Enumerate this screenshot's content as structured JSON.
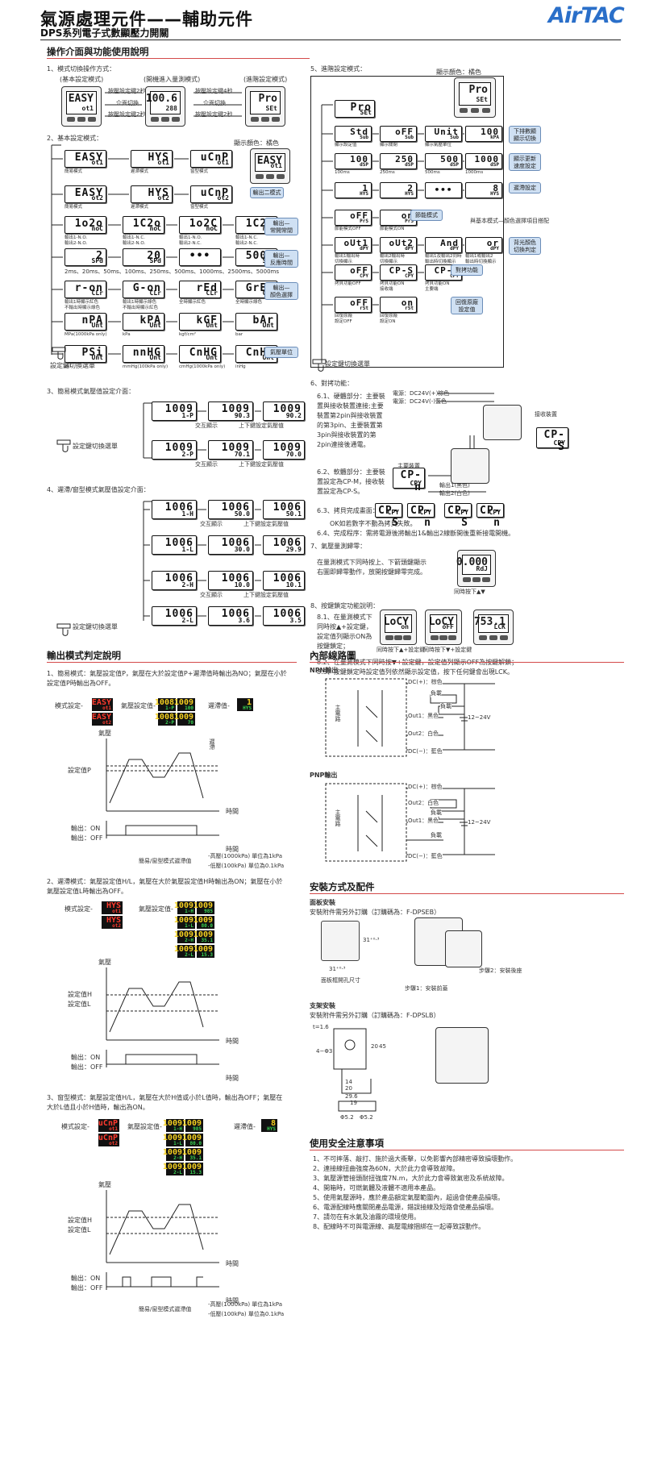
{
  "header": {
    "title": "氣源處理元件——輔助元件",
    "subtitle": "DPS系列電子式數顯壓力開關",
    "logo": "AirTAC"
  },
  "sections": {
    "operation": "操作介面與功能使用說明",
    "output_judgement": "輸出模式判定說明",
    "internal_circuit": "內部線路圖",
    "installation": "安裝方式及配件",
    "safety": "使用安全注意事項"
  },
  "mode_switch": {
    "heading": "1、模式切換操作方式：",
    "labels": [
      "(基本設定模式)",
      "(開機進入量測模式)",
      "(進階設定模式)"
    ],
    "arrows_left": [
      "按壓設定鍵2秒",
      "介面切換",
      "按壓設定鍵2秒"
    ],
    "arrows_right": [
      "按壓設定鍵4秒",
      "介面切換",
      "按壓設定鍵2秒"
    ],
    "screens": [
      {
        "a": "EASY",
        "b": "ot1"
      },
      {
        "a": "100.6",
        "b": "288"
      },
      {
        "a": "Pro",
        "b": "SEt"
      }
    ]
  },
  "basic": {
    "heading": "2、基本設定模式：",
    "display_color": "顯示顏色：橘色",
    "rows": [
      {
        "cells": [
          {
            "a": "EASY",
            "b": "ot1"
          },
          {
            "a": "HYS",
            "b": "ot1"
          },
          {
            "a": "uCnP",
            "b": "ot1"
          }
        ],
        "caps": [
          "簡易模式",
          "遲滯模式",
          "窗型模式"
        ],
        "side": "輸出一模式"
      },
      {
        "cells": [
          {
            "a": "EASY",
            "b": "ot2"
          },
          {
            "a": "HYS",
            "b": "ot2"
          },
          {
            "a": "uCnP",
            "b": "ot2"
          }
        ],
        "caps": [
          "簡易模式",
          "遲滯模式",
          "窗型模式"
        ],
        "side": "輸出二模式"
      },
      {
        "cells": [
          {
            "a": "1o2o",
            "b": "noC"
          },
          {
            "a": "1C2o",
            "b": "noC"
          },
          {
            "a": "1o2C",
            "b": "noC"
          },
          {
            "a": "1C2C",
            "b": "noC"
          }
        ],
        "caps": [
          "輸出1-N.O.\n輸出2-N.O.",
          "輸出1-N.C.\n輸出2-N.O.",
          "輸出1-N.O.\n輸出2-N.C.",
          "輸出1-N.C.\n輸出2-N.C."
        ],
        "side": "輸出—\n常開常閉"
      },
      {
        "cells": [
          {
            "a": "2",
            "b": "SPd"
          },
          {
            "a": "20",
            "b": "SPd"
          },
          {
            "a": "•••",
            "b": ""
          },
          {
            "a": "5000",
            "b": "SPd"
          }
        ],
        "caps": [
          "2ms、20ms、50ms、100ms、250ms、500ms、1000ms、2500ms、5000ms"
        ],
        "side": "輸出—\n反應時間"
      },
      {
        "cells": [
          {
            "a": "r-on",
            "b": "CLr"
          },
          {
            "a": "G-on",
            "b": "CLr"
          },
          {
            "a": "rEd",
            "b": "CLr"
          },
          {
            "a": "GrEn",
            "b": "CLr"
          }
        ],
        "caps": [
          "輸出1時顯示紅色\n不輸出時顯示綠色",
          "輸出1時顯示綠色\n不輸出時顯示紅色",
          "全時顯示紅色",
          "全時顯示綠色"
        ],
        "side": "輸出—\n顏色選擇"
      },
      {
        "cells": [
          {
            "a": "nPA",
            "b": "Unt"
          },
          {
            "a": "kPA",
            "b": "Unt"
          },
          {
            "a": "kGF",
            "b": "Unt"
          },
          {
            "a": "bAr",
            "b": "Unt"
          }
        ],
        "caps": [
          "MPa(1000kPa only)",
          "kPa",
          "kgf/cm²",
          "bar"
        ],
        "side": ""
      },
      {
        "cells": [
          {
            "a": "PSi",
            "b": "Unt"
          },
          {
            "a": "nnHG",
            "b": "Unt"
          },
          {
            "a": "CnHG",
            "b": "Unt"
          },
          {
            "a": "CnHG",
            "b": "Unt"
          }
        ],
        "caps": [
          "psi",
          "mmHg(100kPa only)",
          "cmHg(1000kPa only)",
          "inHg"
        ],
        "side": "氣壓單位"
      }
    ],
    "key_note": "設定鍵切換選單"
  },
  "simple_setting": {
    "heading": "3、簡易模式氣壓值設定介面：",
    "rows": [
      {
        "lead": {
          "a": "1009",
          "b": "1-P"
        },
        "mid": {
          "a": "1009",
          "b": "90.3"
        },
        "right": {
          "a": "1009",
          "b": "90.2"
        }
      },
      {
        "lead": {
          "a": "1009",
          "b": "2-P"
        },
        "mid": {
          "a": "1009",
          "b": "70.1"
        },
        "right": {
          "a": "1009",
          "b": "70.0"
        }
      }
    ],
    "notes": [
      "交互顯示",
      "上下鍵設定氣壓值"
    ],
    "key_note": "設定鍵切換選單"
  },
  "hys_setting": {
    "heading": "4、遲滯/窗型模式氣壓值設定介面：",
    "rows": [
      {
        "lead": {
          "a": "1006",
          "b": "1-H"
        },
        "mid": {
          "a": "1006",
          "b": "50.0"
        },
        "right": {
          "a": "1006",
          "b": "50.1"
        }
      },
      {
        "lead": {
          "a": "1006",
          "b": "1-L"
        },
        "mid": {
          "a": "1006",
          "b": "30.0"
        },
        "right": {
          "a": "1006",
          "b": "29.9"
        }
      },
      {
        "lead": {
          "a": "1006",
          "b": "2-H"
        },
        "mid": {
          "a": "1006",
          "b": "10.0"
        },
        "right": {
          "a": "1006",
          "b": "10.1"
        }
      },
      {
        "lead": {
          "a": "1006",
          "b": "2-L"
        },
        "mid": {
          "a": "1006",
          "b": "3.6"
        },
        "right": {
          "a": "1006",
          "b": "3.5"
        }
      }
    ],
    "notes": [
      "交互顯示",
      "上下鍵設定氣壓值"
    ],
    "key_note": "設定鍵切換選單"
  },
  "advanced": {
    "heading": "5、進階設定模式：",
    "display_color": "顯示顏色：橘色",
    "top": {
      "a": "Pro",
      "b": "SEt"
    },
    "rows": [
      {
        "cells": [
          {
            "a": "Std",
            "b": "Sub"
          },
          {
            "a": "oFF",
            "b": "Sub"
          },
          {
            "a": "Unit",
            "b": "Sub"
          },
          {
            "a": "100",
            "b": "kPA"
          }
        ],
        "caps": [
          "顯示設定值",
          "顯示關閉",
          "顯示氣壓單位"
        ],
        "side": "下排數顯\n顯示切換"
      },
      {
        "cells": [
          {
            "a": "100",
            "b": "dSP"
          },
          {
            "a": "250",
            "b": "dSP"
          },
          {
            "a": "500",
            "b": "dSP"
          },
          {
            "a": "1000",
            "b": "dSP"
          }
        ],
        "caps": [
          "100ms",
          "250ms",
          "500ms",
          "1000ms"
        ],
        "side": "顯示更新\n速度設定"
      },
      {
        "cells": [
          {
            "a": "1",
            "b": "HYS"
          },
          {
            "a": "2",
            "b": "HYS"
          },
          {
            "a": "•••",
            "b": ""
          },
          {
            "a": "8",
            "b": "HYS"
          }
        ],
        "caps": [],
        "side": "遲滯設定"
      },
      {
        "cells": [
          {
            "a": "oFF",
            "b": "PrS"
          },
          {
            "a": "on",
            "b": "PrS"
          }
        ],
        "caps": [
          "節能模式OFF",
          "節能模式ON"
        ],
        "side": "節能模式"
      },
      {
        "cells": [
          {
            "a": "oUt1",
            "b": "dPY"
          },
          {
            "a": "oUt2",
            "b": "dPY"
          },
          {
            "a": "And",
            "b": "dPY"
          },
          {
            "a": "or",
            "b": "dPY"
          }
        ],
        "caps": [
          "輸出1輸出時\n切換顯示",
          "輸出2輸出時\n切換顯示",
          "輸出1及輸出2同時\n輸出時切換顯示",
          "輸出1或輸出2\n輸出時切換顯示"
        ],
        "side": "背光顏色\n切換判定"
      },
      {
        "cells": [
          {
            "a": "oFF",
            "b": "CPY"
          },
          {
            "a": "CP-S",
            "b": "CPY"
          },
          {
            "a": "CP-n",
            "b": "CPY"
          }
        ],
        "caps": [
          "拷貝功能OFF",
          "拷貝功能ON\n接收端",
          "拷貝功能ON\n主要端"
        ],
        "side": "對拷功能"
      },
      {
        "cells": [
          {
            "a": "oFF",
            "b": "rSt"
          },
          {
            "a": "on",
            "b": "rSt"
          }
        ],
        "caps": [
          "回復原廠\n設定OFF",
          "回復原廠\n設定ON"
        ],
        "side": "回復原廠\n設定值"
      }
    ],
    "side_top": "與基本模式—顏色選擇項目搭配",
    "key_note": "設定鍵切換選單"
  },
  "copy": {
    "heading": "6、對拷功能：",
    "items": [
      "6.1、硬體部分：主要裝置與接收裝置連接;主要裝置第2pin與接收裝置的第3pin、主要裝置第3pin與接收裝置的第2pin連接後通電。",
      "6.2、軟體部分：主要裝置設定為CP-M，接收裝置設定為CP-S。",
      "6.3、拷貝完成畫面：",
      "OK如若數字不動為拷貝失敗。",
      "6.4、完成程序：需將電源後將輸出1&輸出2線斷開後重新接電開機。"
    ],
    "wiring": [
      "電源：DC24V(+)棕色",
      "電源：DC24V(-)藍色",
      "接收裝置",
      "主要裝置",
      "輸出1(黑色)",
      "輸出2(白色)"
    ],
    "screens": [
      {
        "a": "CP-S",
        "b": "CPY"
      },
      {
        "a": "CP-n",
        "b": "CPY"
      }
    ]
  },
  "zero": {
    "heading": "7、氣壓量測歸零：",
    "text": "在量測模式下同時按上、下箭頭鍵顯示右圖即歸零動作，放開按鍵歸零完成。",
    "screen": {
      "a": "0.000",
      "b": "RdJ"
    },
    "caption": "同時按下▲▼"
  },
  "lock": {
    "heading": "8、按鍵鎖定功能說明：",
    "items": [
      "8.1、在量測模式下同時按▲+設定鍵，設定值列顯示ON為按鍵鎖定；",
      "8.2、在量測模式下同時按▼+設定鍵，設定值列顯示OFF為按鍵解鎖；",
      "8.3、按鍵鎖定時設定值列依然顯示設定值，按下任何鍵會出現LCK。"
    ],
    "screens": [
      {
        "a": "LoCY",
        "b": "on"
      },
      {
        "a": "LoCY",
        "b": "oFF"
      },
      {
        "a": "753.1",
        "b": "LCK"
      }
    ],
    "captions": [
      "同時按下▲+設定鍵",
      "同時按下▼+設定鍵"
    ]
  },
  "judge": {
    "items": [
      "1、簡易模式：氣壓設定值P，氣壓在大於設定值P+遲滯值時輸出為NO；氣壓在小於設定值P時輸出為OFF。",
      "2、遲滯模式：氣壓設定值H/L，氣壓在大於氣壓設定值H時輸出為ON；氣壓在小於氣壓設定值L時輸出為OFF。",
      "3、窗型模式：氣壓設定值H/L，氣壓在大於H值或小於L值時，輸出為OFF；氣壓在大於L值且小於H值時，輸出為ON。"
    ],
    "mode_setting": "模式設定-",
    "pressure_setting": "氣壓設定值-",
    "hyst_value": "遲滯值-",
    "pressure": "氣壓",
    "setpoint_p": "設定值P",
    "setpoint_h": "設定值H",
    "setpoint_l": "設定值L",
    "time": "時間",
    "out_on": "輸出：ON",
    "out_off": "輸出：OFF",
    "hysteresis": "遲滯",
    "notes": [
      "簡易/窗型模式遲滯值",
      "-高壓(1000kPa) 單位為1kPa",
      "-低壓(100kPa) 單位為0.1kPa"
    ],
    "block1": {
      "mode": [
        {
          "a": "EASY",
          "b": "ot1"
        },
        {
          "a": "EASY",
          "b": "ot2"
        }
      ],
      "values": [
        {
          "a": "1008",
          "b": "1-P"
        },
        {
          "a": "1009",
          "b": "100"
        },
        {
          "a": "1008",
          "b": "2-P"
        },
        {
          "a": "1009",
          "b": "70"
        }
      ],
      "hys": {
        "a": "1",
        "b": "HYS"
      }
    },
    "block2": {
      "mode": [
        {
          "a": "HYS",
          "b": "ot1"
        },
        {
          "a": "HYS",
          "b": "ot2"
        }
      ],
      "values": [
        {
          "a": "1009",
          "b": "1-H"
        },
        {
          "a": "1009",
          "b": "985"
        },
        {
          "a": "1009",
          "b": "1-L"
        },
        {
          "a": "1009",
          "b": "80.0"
        },
        {
          "a": "1009",
          "b": "2-H"
        },
        {
          "a": "1009",
          "b": "35.1"
        },
        {
          "a": "1009",
          "b": "2-L"
        },
        {
          "a": "1009",
          "b": "15.3"
        }
      ]
    },
    "block3": {
      "mode": [
        {
          "a": "uCnP",
          "b": "ot1"
        },
        {
          "a": "uCnP",
          "b": "ot2"
        }
      ],
      "values": [
        {
          "a": "1009",
          "b": "1-H"
        },
        {
          "a": "1009",
          "b": "985"
        },
        {
          "a": "1009",
          "b": "1-L"
        },
        {
          "a": "1009",
          "b": "80.0"
        },
        {
          "a": "1009",
          "b": "2-H"
        },
        {
          "a": "1009",
          "b": "35.1"
        },
        {
          "a": "1009",
          "b": "2-L"
        },
        {
          "a": "1009",
          "b": "15.3"
        }
      ],
      "hys": {
        "a": "8",
        "b": "HYS"
      }
    }
  },
  "circuit": {
    "npn_title": "NPN輸出",
    "pnp_title": "PNP輸出",
    "main_circuit": "主電路",
    "npn_labels": [
      "DC(+)：棕色",
      "負載",
      "負載",
      "Out1：黑色",
      "Out2：白色",
      "DC(−)：藍色",
      "12~24V"
    ],
    "pnp_labels": [
      "DC(+)：棕色",
      "Out2：白色",
      "Out1：黑色",
      "負載",
      "負載",
      "DC(−)：藍色",
      "12~24V"
    ]
  },
  "install": {
    "panel_title": "面板安裝",
    "panel_text": "安裝附件需另外訂購（訂購碼為：F-DPSEB）",
    "panel_dims": [
      "31⁺⁰·³",
      "31⁺⁰·³"
    ],
    "panel_caption": "面板框開孔尺寸",
    "step1": "步驟1：安裝前蓋",
    "step2": "步驟2：安裝後座",
    "bracket_title": "支架安裝",
    "bracket_text": "安裝附件需另外訂購（訂購碼為：F-DPSLB）",
    "bracket_dims": [
      "t=1.6",
      "4−Φ3",
      "20",
      "45",
      "14",
      "20",
      "29.6",
      "19",
      "Φ5.2",
      "Φ5.2"
    ]
  },
  "safety": {
    "items": [
      "1、不可摔落、敲打、施於過大衝擊，以免影響內部精密導致損壞動作。",
      "2、連接線扭曲強度為60N，大於此力會導致故障。",
      "3、氣壓源管接頭耐扭強度7N.m，大於此力會導致氣密及系統故障。",
      "4、開箱時，可燃氣體及液體不適用本產品。",
      "5、使用氣壓源時，應於產品額定氣壓範圍內，超過會使產品損壞。",
      "6、電源配線時應關閉產品電源，錯誤接線及短路會使產品損壞。",
      "7、請勿在有水氣及油霧的環境使用。",
      "8、配線時不可與電源線、高壓電線捆綁在一起導致誤動作。"
    ]
  }
}
